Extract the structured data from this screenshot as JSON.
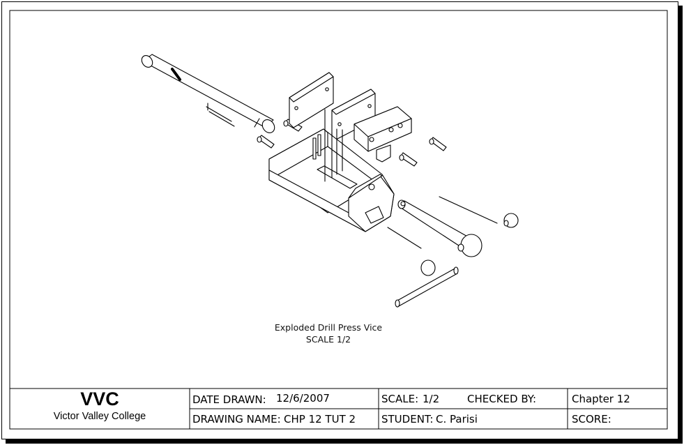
{
  "drawing": {
    "caption_title": "Exploded Drill Press Vice",
    "caption_scale": "SCALE 1/2"
  },
  "title_block": {
    "school_abbr": "VVC",
    "school_name": "Victor Valley College",
    "date_label": "DATE DRAWN:",
    "date_value": "12/6/2007",
    "drawing_name_label": "DRAWING NAME:",
    "drawing_name_value": "CHP 12 TUT 2",
    "scale_label": "SCALE:",
    "scale_value": "1/2",
    "checked_by_label": "CHECKED BY:",
    "checked_by_value": "",
    "student_label": "STUDENT:",
    "student_value": "C. Parisi",
    "chapter": "Chapter 12",
    "score_label": "SCORE:",
    "score_value": ""
  }
}
